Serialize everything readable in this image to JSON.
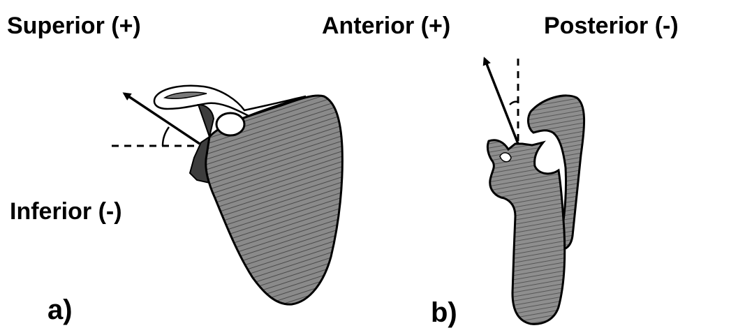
{
  "labels": {
    "superior": "Superior (+)",
    "inferior": "Inferior (-)",
    "anterior": "Anterior (+)",
    "posterior": "Posterior (-)",
    "panel_a": "a)",
    "panel_b": "b)"
  },
  "colors": {
    "ink": "#000000",
    "bone_fill": "#8c8c8c",
    "bone_shadow": "#5e5e5e",
    "background": "#ffffff"
  }
}
